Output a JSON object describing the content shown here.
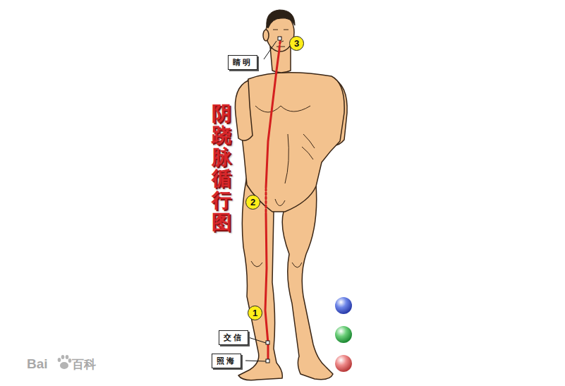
{
  "diagram": {
    "title": "阴跷脉循行图",
    "nodes": [
      {
        "text": [
          "3"
        ]
      },
      {
        "text": [
          "睛明"
        ]
      },
      {
        "text": [
          "2"
        ]
      },
      {
        "text": [
          "1"
        ]
      },
      {
        "text": [
          "交信"
        ]
      },
      {
        "text": [
          "照海"
        ]
      }
    ],
    "labels": [
      "Bai",
      "百科"
    ]
  }
}
